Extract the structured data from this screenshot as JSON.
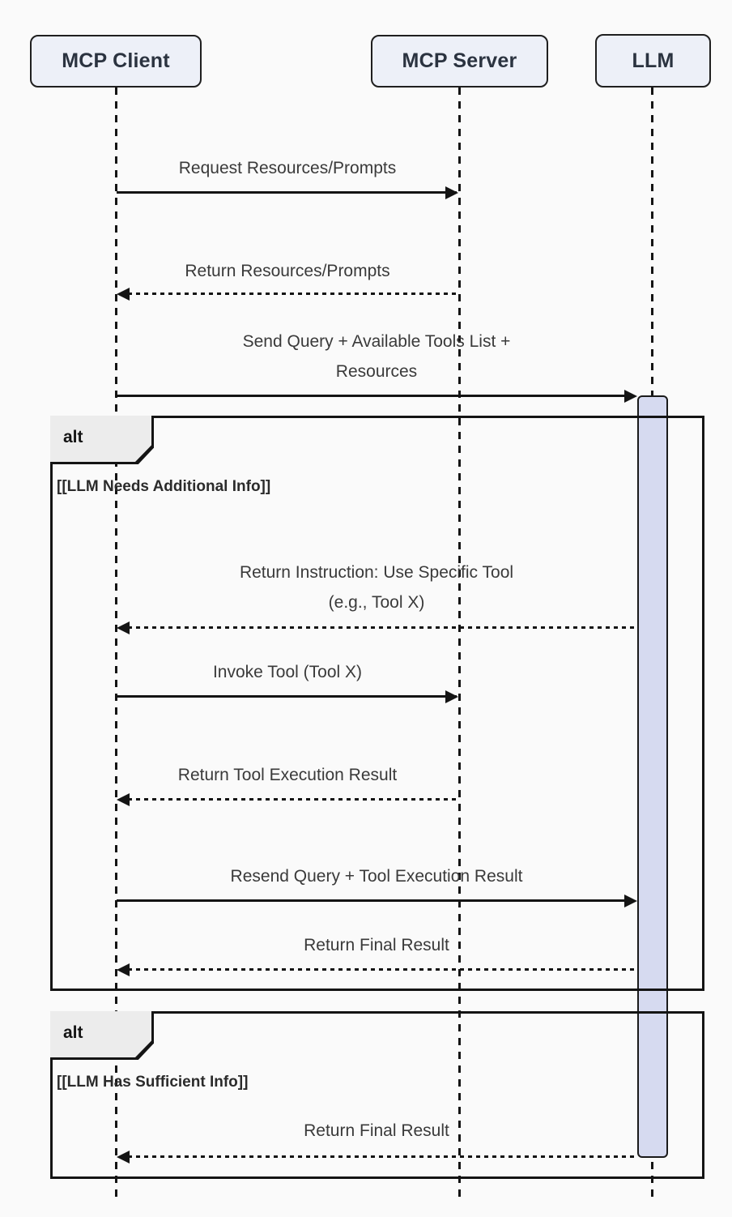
{
  "diagram_type": "sequence-diagram",
  "actors": [
    {
      "label": "MCP Client"
    },
    {
      "label": "MCP Server"
    },
    {
      "label": "LLM"
    }
  ],
  "messages": [
    {
      "label": "Request Resources/Prompts",
      "from": "MCP Client",
      "to": "MCP Server",
      "line": "solid"
    },
    {
      "label": "Return Resources/Prompts",
      "from": "MCP Server",
      "to": "MCP Client",
      "line": "dashed"
    },
    {
      "label": "Send Query + Available Tools List +",
      "label2": "Resources",
      "from": "MCP Client",
      "to": "LLM",
      "line": "solid"
    },
    {
      "label": "Return Instruction: Use Specific Tool",
      "label2": "(e.g., Tool X)",
      "from": "LLM",
      "to": "MCP Client",
      "line": "dashed"
    },
    {
      "label": "Invoke Tool (Tool X)",
      "from": "MCP Client",
      "to": "MCP Server",
      "line": "solid"
    },
    {
      "label": "Return Tool Execution Result",
      "from": "MCP Server",
      "to": "MCP Client",
      "line": "dashed"
    },
    {
      "label": "Resend Query + Tool Execution Result",
      "from": "MCP Client",
      "to": "LLM",
      "line": "solid"
    },
    {
      "label": "Return Final Result",
      "from": "LLM",
      "to": "MCP Client",
      "line": "dashed"
    },
    {
      "label": "Return Final Result",
      "from": "LLM",
      "to": "MCP Client",
      "line": "dashed"
    }
  ],
  "frames": [
    {
      "operator": "alt",
      "guard": "[[LLM Needs Additional Info]]"
    },
    {
      "operator": "alt",
      "guard": "[[LLM Has Sufficient Info]]"
    }
  ],
  "colors": {
    "background": "#FAFAFA",
    "actor_fill": "#EDF0F8",
    "actor_border": "#1F1F1F",
    "activation_fill": "#D6DAF0",
    "frame_border": "#141414",
    "tab_fill": "#ECECEC",
    "text": "#3A3A3A"
  }
}
